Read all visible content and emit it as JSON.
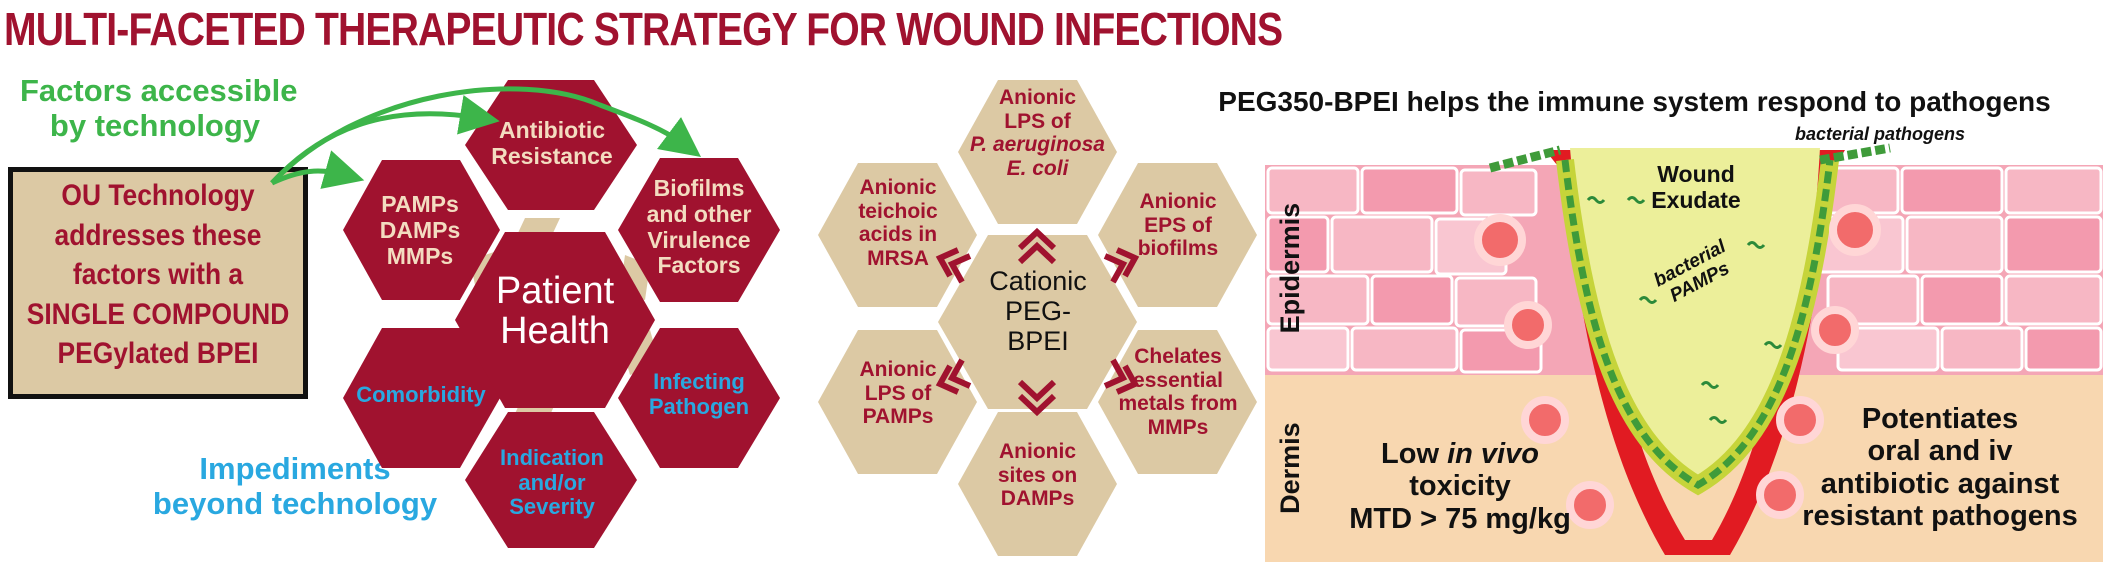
{
  "title": "MULTI-FACETED THERAPEUTIC STRATEGY FOR WOUND INFECTIONS",
  "left_panel": {
    "factors_label": [
      "Factors accessible",
      "by technology"
    ],
    "ou_box": [
      "OU Technology",
      "addresses these",
      "factors with a",
      "SINGLE COMPOUND",
      "PEGylated BPEI"
    ],
    "impediments_label": [
      "Impediments",
      "beyond technology"
    ],
    "center_hex": [
      "Patient",
      "Health"
    ],
    "hexagons": {
      "antibiotic": [
        "Antibiotic",
        "Resistance"
      ],
      "pamps": [
        "PAMPs",
        "DAMPs",
        "MMPs"
      ],
      "biofilms": [
        "Biofilms",
        "and other",
        "Virulence",
        "Factors"
      ],
      "comorbidity": [
        "Comorbidity"
      ],
      "pathogen": [
        "Infecting",
        "Pathogen"
      ],
      "indication": [
        "Indication",
        "and/or",
        "Severity"
      ]
    }
  },
  "middle_panel": {
    "center": [
      "Cationic",
      "PEG-",
      "BPEI"
    ],
    "hexagons": {
      "top": [
        "Anionic",
        "LPS of",
        "P. aeruginosa",
        "E. coli"
      ],
      "upper_left": [
        "Anionic",
        "teichoic",
        "acids in",
        "MRSA"
      ],
      "upper_right": [
        "Anionic",
        "EPS of",
        "biofilms"
      ],
      "lower_left": [
        "Anionic",
        "LPS of",
        "PAMPs"
      ],
      "lower_right": [
        "Chelates",
        "essential",
        "metals from",
        "MMPs"
      ],
      "bottom": [
        "Anionic",
        "sites on",
        "DAMPs"
      ]
    }
  },
  "right_panel": {
    "heading": "PEG350-BPEI helps the immune system respond to pathogens",
    "bacterial_pathogens": "bacterial pathogens",
    "wound_exudate": [
      "Wound",
      "Exudate"
    ],
    "bacterial_pamps": [
      "bacterial",
      "PAMPs"
    ],
    "epidermis": "Epidermis",
    "dermis": "Dermis",
    "toxicity": [
      "Low",
      "in vivo",
      "toxicity",
      "MTD > 75 mg/kg"
    ],
    "potentiates": [
      "Potentiates",
      "oral and iv",
      "antibiotic against",
      "resistant pathogens"
    ]
  },
  "colors": {
    "crimson": "#a0122f",
    "tan": "#dcc9a4",
    "green": "#3db54a",
    "blue": "#29a8e0",
    "skin_pink": "#f4a6b6",
    "dermis": "#f8d7b0",
    "exudate": "#ecef9a",
    "wound_red": "#e11b22"
  }
}
